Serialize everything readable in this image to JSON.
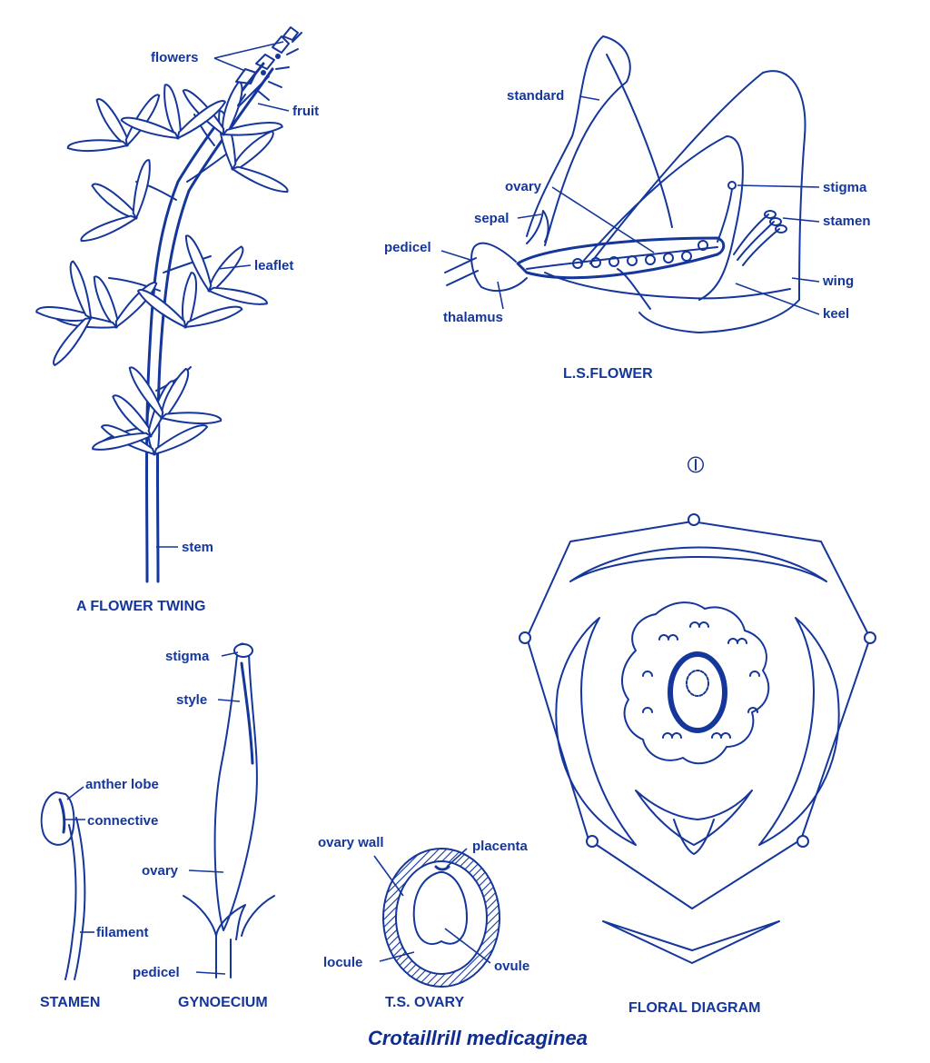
{
  "colors": {
    "ink": "#15369a",
    "background": "#ffffff"
  },
  "title": "Crotaillrill medicaginea",
  "twig": {
    "caption": "A FLOWER TWING",
    "labels": {
      "flowers": "flowers",
      "fruit": "fruit",
      "leaflet": "leaflet",
      "stem": "stem"
    }
  },
  "ls_flower": {
    "caption": "L.S.FLOWER",
    "labels": {
      "standard": "standard",
      "ovary": "ovary",
      "sepal": "sepal",
      "pedicel": "pedicel",
      "thalamus": "thalamus",
      "stigma": "stigma",
      "stamen": "stamen",
      "wing": "wing",
      "keel": "keel"
    }
  },
  "floral_diagram": {
    "caption": "FLORAL DIAGRAM",
    "symbol": "⦶"
  },
  "gynoecium": {
    "caption": "GYNOECIUM",
    "labels": {
      "stigma": "stigma",
      "style": "style",
      "ovary": "ovary",
      "pedicel": "pedicel"
    }
  },
  "stamen": {
    "caption": "STAMEN",
    "labels": {
      "anther_lobe": "anther lobe",
      "connective": "connective",
      "filament": "filament"
    }
  },
  "ts_ovary": {
    "caption": "T.S. OVARY",
    "labels": {
      "ovary_wall": "ovary wall",
      "placenta": "placenta",
      "locule": "locule",
      "ovule": "ovule"
    }
  }
}
